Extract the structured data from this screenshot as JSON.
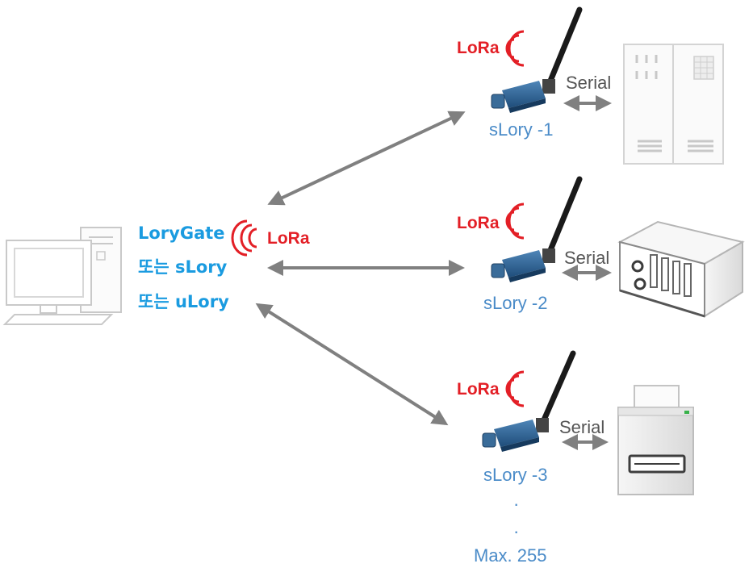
{
  "gateway": {
    "line1": "LoryGate",
    "line2": "또는 sLory",
    "line3": "또는 uLory",
    "lora_label": "LoRa"
  },
  "nodes": [
    {
      "lora_label": "LoRa",
      "serial_label": "Serial",
      "name": "sLory -1",
      "device": "server-cabinet"
    },
    {
      "lora_label": "LoRa",
      "serial_label": "Serial",
      "name": "sLory -2",
      "device": "rack-server"
    },
    {
      "lora_label": "LoRa",
      "serial_label": "Serial",
      "name": "sLory -3",
      "device": "printer"
    }
  ],
  "continuation": {
    "dots": [
      "·",
      "·"
    ],
    "max_label": "Max. 255"
  },
  "colors": {
    "lora": "#e31f26",
    "gateway_text": "#1a9be0",
    "node_text": "#4a8bc8",
    "arrow": "#808080",
    "module_body": "#2d5f8e"
  }
}
